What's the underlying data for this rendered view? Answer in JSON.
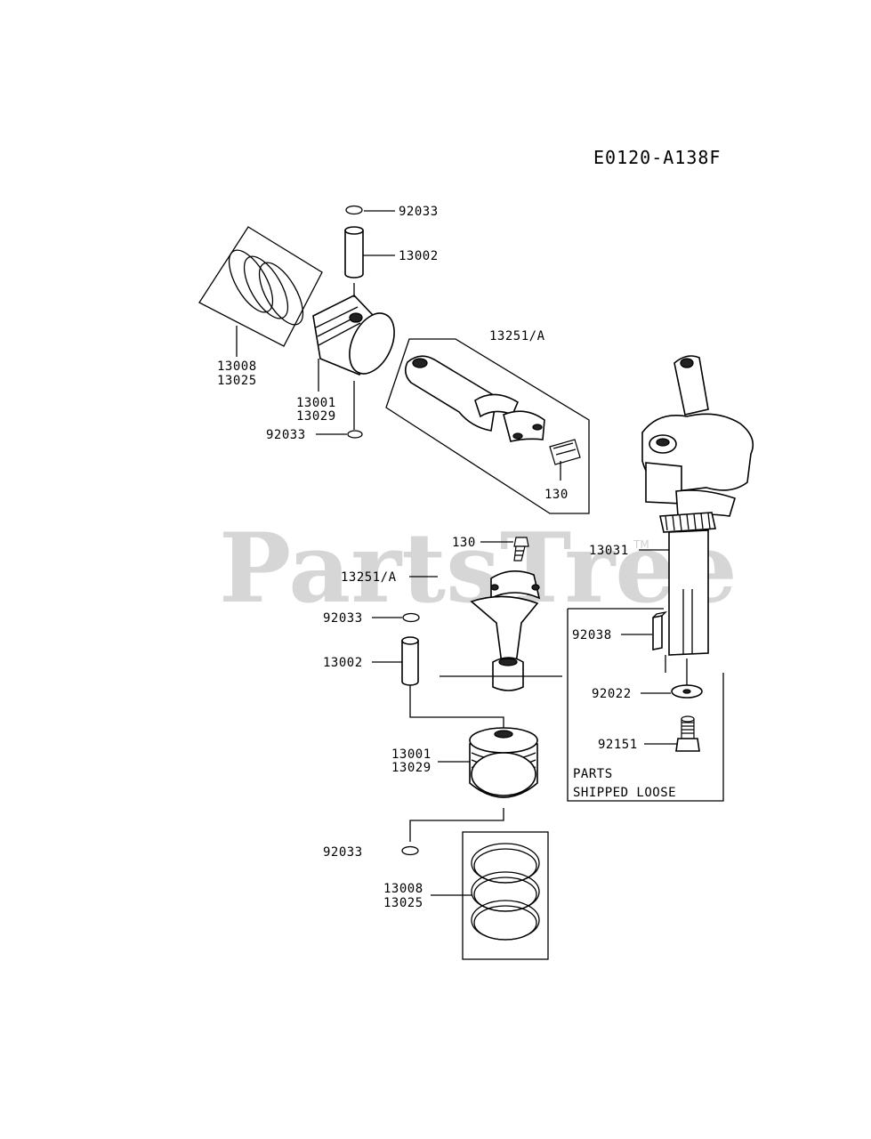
{
  "diagram_code": "E0120-A138F",
  "watermark": {
    "text": "PartsTree",
    "trademark": "TM"
  },
  "labels": {
    "circlip_top": "92033",
    "pin_top": "13002",
    "rings_top_a": "13008",
    "rings_top_b": "13025",
    "piston_top_a": "13001",
    "piston_top_b": "13029",
    "circlip_top_lower": "92033",
    "conrod_top": "13251/A",
    "bolt_top": "130",
    "bolt_mid": "130",
    "conrod_mid": "13251/A",
    "crankshaft": "13031",
    "circlip_mid": "92033",
    "pin_mid": "13002",
    "key": "92038",
    "washer": "92022",
    "bolt_crank": "92151",
    "piston_mid_a": "13001",
    "piston_mid_b": "13029",
    "circlip_bottom": "92033",
    "rings_bottom_a": "13008",
    "rings_bottom_b": "13025"
  },
  "loose_box": {
    "line1": "PARTS",
    "line2": "SHIPPED LOOSE"
  }
}
